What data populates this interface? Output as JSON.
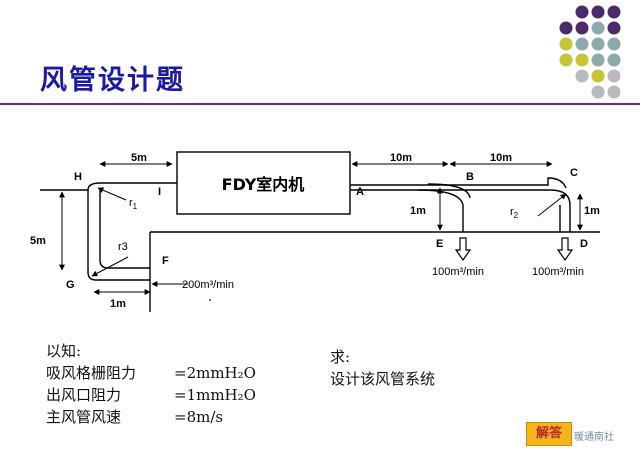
{
  "title": "风管设计题",
  "colors": {
    "dot_purple": "#4b2a6b",
    "dot_teal": "#8fa9a8",
    "dot_olive": "#c6c53a",
    "dot_grey": "#b9b9bf",
    "title_blue": "#1a1aa6",
    "rule_purple": "#7b2a8a",
    "badge": "#f3b51a"
  },
  "diagram": {
    "box_label": "FDY室内机",
    "dim_5m_top": "5m",
    "dim_10m_a": "10m",
    "dim_10m_b": "10m",
    "dim_5m_left": "5m",
    "dim_1m_e": "1m",
    "dim_1m_c": "1m",
    "dim_1m_bottom": "1m",
    "point_h": "H",
    "point_i": "I",
    "point_a": "A",
    "point_b": "B",
    "point_c": "C",
    "point_e": "E",
    "point_d": "D",
    "point_g": "G",
    "point_f": "F",
    "r1": "r",
    "r1_sub": "1",
    "r2": "r",
    "r2_sub": "2",
    "r3": "r3",
    "flow_f": "200m³/min",
    "flow_e": "100m³/min",
    "flow_d": "100m³/min"
  },
  "given": {
    "heading": "以知:",
    "rows": [
      {
        "key": "吸风格栅阻力",
        "value": "=2mmH₂O"
      },
      {
        "key": "出风口阻力",
        "value": "=1mmH₂O"
      },
      {
        "key": "主风管风速",
        "value": "=8m/s"
      }
    ]
  },
  "ask": {
    "heading": "求:",
    "text": "设计该风管系统"
  },
  "badge": "解答",
  "watermark": "暖通南社"
}
